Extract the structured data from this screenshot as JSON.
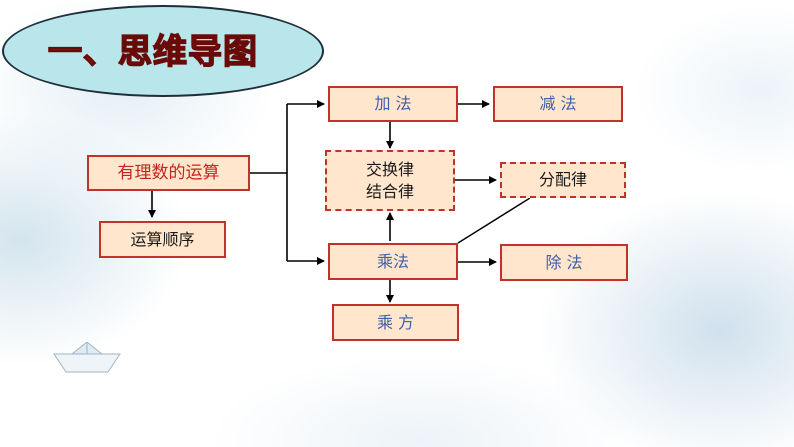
{
  "title": "一、思维导图",
  "nodes": {
    "root": "有理数的运算",
    "order": "运算顺序",
    "add": "加  法",
    "subtract": "减  法",
    "laws_line1": "交换律",
    "laws_line2": "结合律",
    "distributive": "分配律",
    "multiply": "乘法",
    "divide": "除  法",
    "power": "乘  方"
  },
  "colors": {
    "title_fill": "#b9e6ea",
    "title_text": "#e8201a",
    "box_fill": "#ffe6cc",
    "box_border": "#c0332a",
    "box_text": "#3d5fa8"
  },
  "icons": [
    "paper-boat-icon"
  ]
}
